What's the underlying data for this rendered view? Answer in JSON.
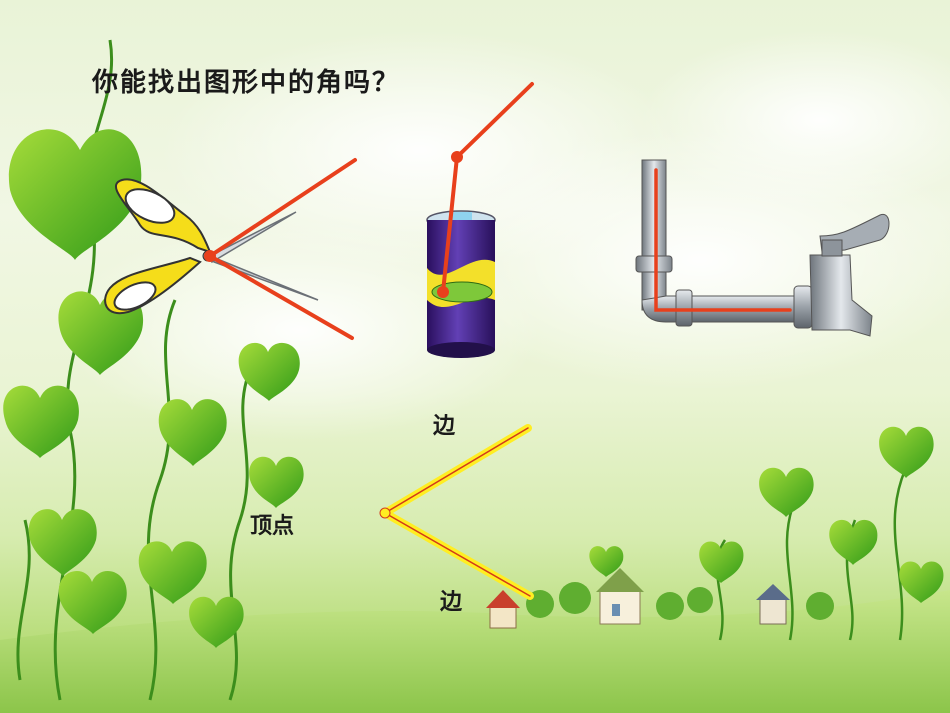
{
  "title": "你能找出图形中的角吗？",
  "labels": {
    "edge_top": "边",
    "vertex": "顶点",
    "edge_bottom": "边"
  },
  "colors": {
    "angle_line": "#e8401c",
    "angle_highlight": "#ffee22",
    "scissor_handle": "#f5dd1a",
    "can_body": "#3b1d7a",
    "pipe": "#9aa1a8"
  },
  "icons": [
    "scissors-icon",
    "soda-can-icon",
    "water-faucet-icon",
    "vine-leaf-icon",
    "house-icon"
  ]
}
